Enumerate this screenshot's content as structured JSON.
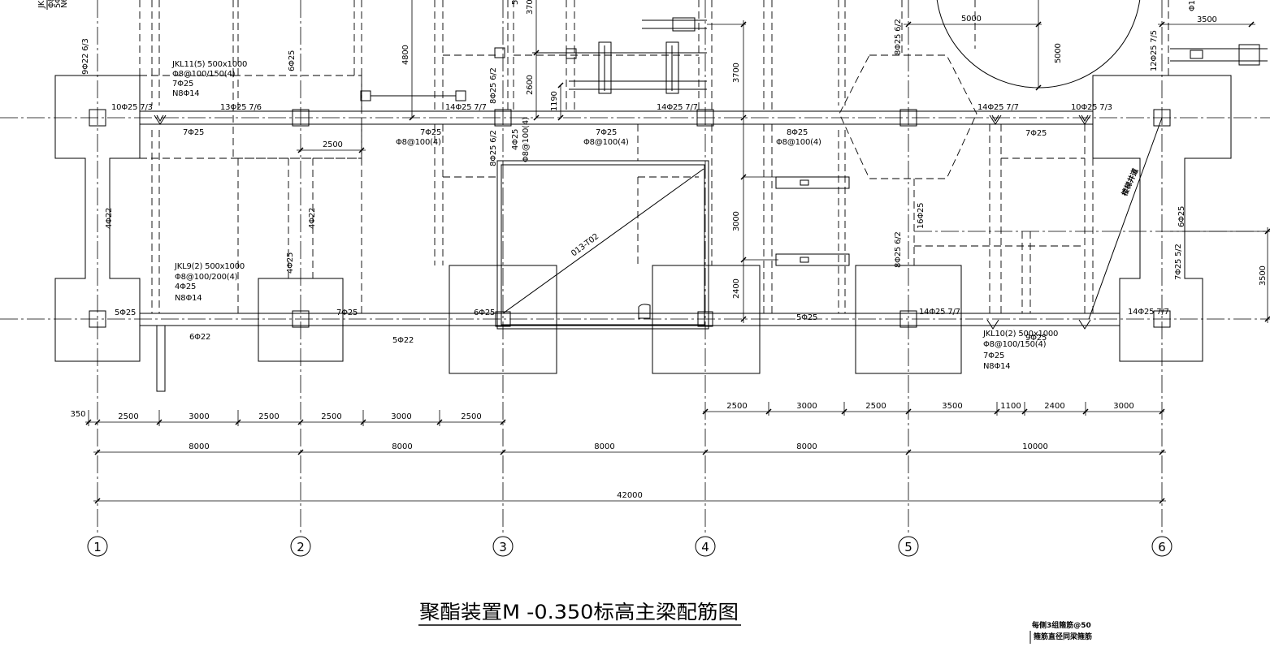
{
  "drawing_title": "聚酯装置M -0.350标高主梁配筋图",
  "notes": [
    "每侧3组箍筋@50",
    "箍筋直径同梁箍筋"
  ],
  "axis_labels": [
    "1",
    "2",
    "3",
    "4",
    "5",
    "6"
  ],
  "beam_tags": [
    {
      "name": "JKL11(5) 500x1000",
      "stirrups": "Φ8@100/150(4)",
      "bars": "7Φ25",
      "waist": "N8Φ14"
    },
    {
      "name": "JKL9(2) 500x1000",
      "stirrups": "Φ8@100/200(4)",
      "bars": "4Φ25",
      "waist": "N8Φ14"
    },
    {
      "name": "JKL10(2) 500x1000",
      "stirrups": "Φ8@100/150(4)",
      "bars": "7Φ25",
      "waist": "N8Φ14"
    }
  ],
  "rebar_labels": [
    "10Φ25 7/3",
    "13Φ25 7/6",
    "7Φ25",
    "9Φ22 6/3",
    "6Φ25",
    "4Φ22",
    "4Φ22",
    "4Φ25",
    "5Φ25",
    "6Φ22",
    "7Φ25",
    "5Φ22",
    "6Φ25",
    "7Φ25",
    "Φ8@100(4)",
    "14Φ25 7/7",
    "8Φ25 6/2",
    "8Φ25 6/2",
    "4Φ25",
    "Φ8@100(4)",
    "7Φ25",
    "Φ8@100(4)",
    "14Φ25 7/7",
    "8Φ25",
    "Φ8@100(4)",
    "5Φ25",
    "8Φ25 6/2",
    "16Φ25",
    "8Φ25 6/2",
    "14Φ25 7/7",
    "10Φ25 7/3",
    "7Φ25",
    "12Φ25 7/5",
    "6Φ25",
    "7Φ25 5/2",
    "14Φ25 7/7",
    "14Φ25 7/7",
    "9Φ25"
  ],
  "dimension_labels": [
    "4800",
    "2500",
    "2600",
    "370",
    "1190",
    "3700",
    "3000",
    "2400",
    "5000",
    "5000",
    "3500",
    "3500"
  ],
  "opening_label": "013-T02",
  "shaft_label": "楼梯井道",
  "edge_fragments": [
    "JKL",
    "Φ8",
    "5Φ",
    "N6",
    "Φ10",
    "5"
  ],
  "dimension_chains": {
    "lower_left": [
      "350",
      "2500",
      "3000",
      "2500",
      "2500",
      "3000",
      "2500"
    ],
    "lower_right": [
      "2500",
      "3000",
      "2500",
      "3500",
      "1100",
      "2400",
      "3000"
    ],
    "bays": [
      "8000",
      "8000",
      "8000",
      "8000",
      "10000"
    ],
    "overall": "42000"
  }
}
